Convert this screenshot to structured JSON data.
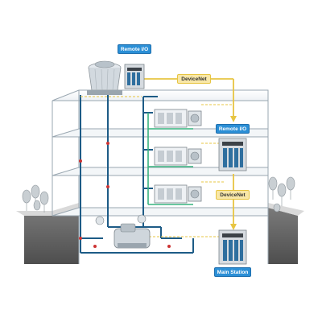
{
  "colors": {
    "pipe": "#1d5b86",
    "network": "#e7c542",
    "label_bg": "#2b8fd6",
    "floor_edge": "#9fb3c2",
    "ground": "#6b6b6b"
  },
  "labels": {
    "remote_io_top": "Remote I/O",
    "remote_io_right": "Remote I/O",
    "devicenet_top": "DeviceNet",
    "devicenet_mid": "DeviceNet",
    "main_station": "Main Station"
  }
}
